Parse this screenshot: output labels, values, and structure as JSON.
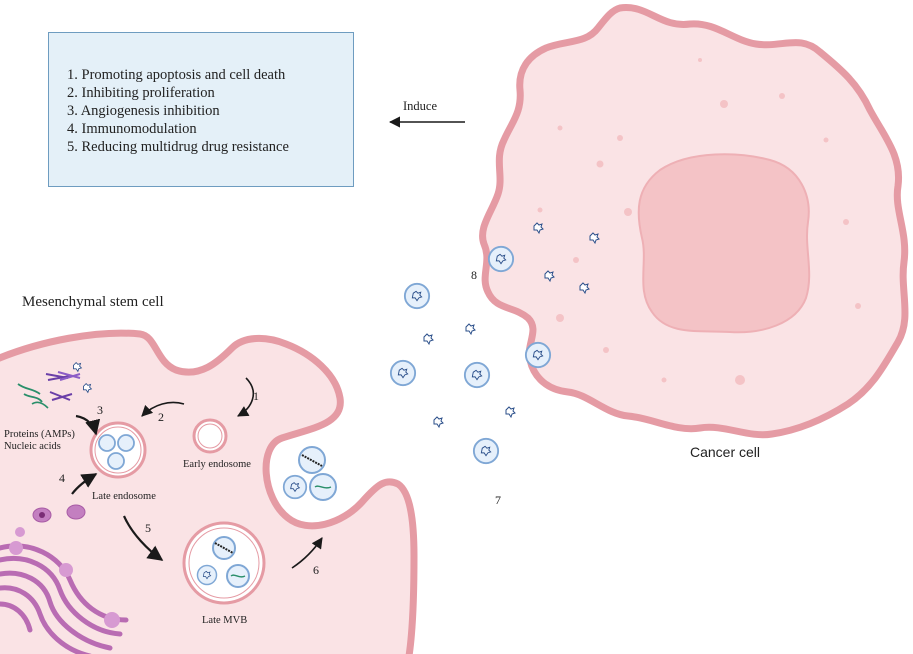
{
  "effects_box": {
    "items": [
      "1. Promoting apoptosis and cell death",
      "2. Inhibiting proliferation",
      "3. Angiogenesis inhibition",
      "4. Immunomodulation",
      "5. Reducing multidrug drug resistance"
    ]
  },
  "labels": {
    "induce": "Induce",
    "msc_title": "Mesenchymal stem cell",
    "cancer_cell": "Cancer cell",
    "proteins": "Proteins (AMPs)",
    "nucleic_acids": "Nucleic acids",
    "early_endosome": "Early endosome",
    "late_endosome": "Late endosome",
    "late_mvb": "Late MVB"
  },
  "steps": {
    "s1": "1",
    "s2": "2",
    "s3": "3",
    "s4": "4",
    "s5": "5",
    "s6": "6",
    "s7": "7",
    "s8": "8"
  },
  "colors": {
    "cell_fill": "#fae3e5",
    "cell_stroke": "#e59ba4",
    "nucleus": "#f4c3c6",
    "box_fill": "#e4f0f8",
    "box_stroke": "#6e9cc0",
    "exosome_stroke": "#7fa7d5",
    "golgi": "#b96cb3"
  }
}
